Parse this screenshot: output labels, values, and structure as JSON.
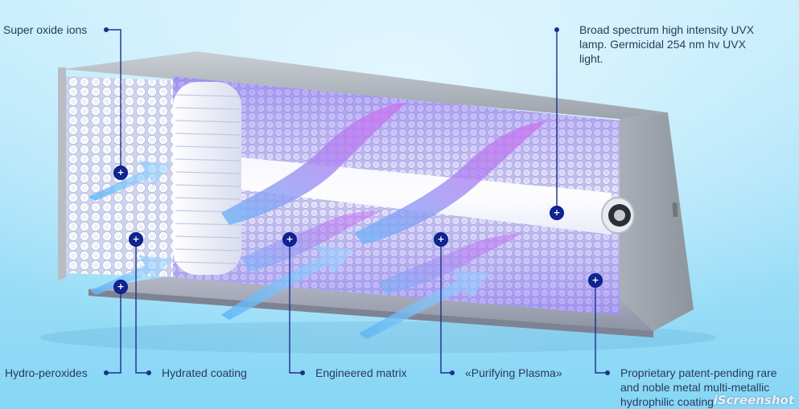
{
  "labels": {
    "super_oxide": "Super oxide ions",
    "uvx_lamp": "Broad spectrum high intensity UVX lamp. Germicidal 254 nm hv UVX light.",
    "hydro_peroxides": "Hydro-peroxides",
    "hydrated_coating": "Hydrated coating",
    "engineered_matrix": "Engineered matrix",
    "purifying_plasma": "«Purifying Plasma»",
    "proprietary": "Proprietary patent-pending rare and noble metal multi-metallic hydrophilic coating"
  },
  "watermark": "iScreenshot",
  "colors": {
    "background_top": "#b9e7fb",
    "background_bottom": "#7fd3f4",
    "marker": "#0b1f8f",
    "leader_line": "#1c2f8a",
    "uv_glow": "#8b6cf0",
    "housing": "#a7adb4"
  }
}
